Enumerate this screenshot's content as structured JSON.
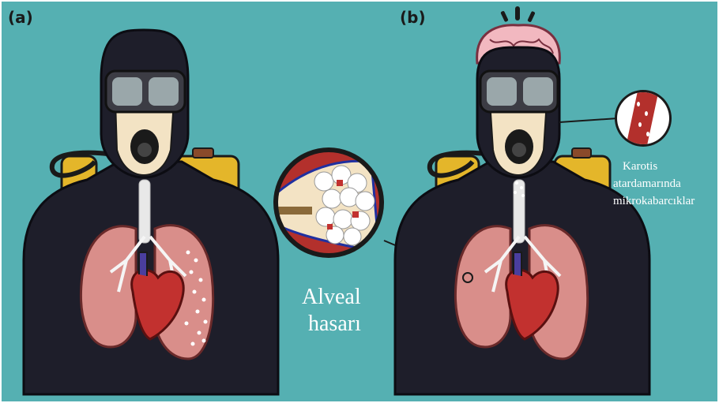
{
  "panels": {
    "a": {
      "label": "(a)"
    },
    "b": {
      "label": "(b)"
    }
  },
  "annotations": {
    "alveolar": {
      "line1": "Alveal",
      "line2": "hasarı"
    },
    "carotid": {
      "line1": "Karotis",
      "line2": "atardamarında",
      "line3": "mikrokabarcıklar"
    }
  },
  "colors": {
    "background": "#55b0b2",
    "suit": "#1e1e2a",
    "tank": "#e4b62a",
    "lung": "#d98e8a",
    "heart": "#c2312f",
    "brain": "#f2b8c0"
  }
}
